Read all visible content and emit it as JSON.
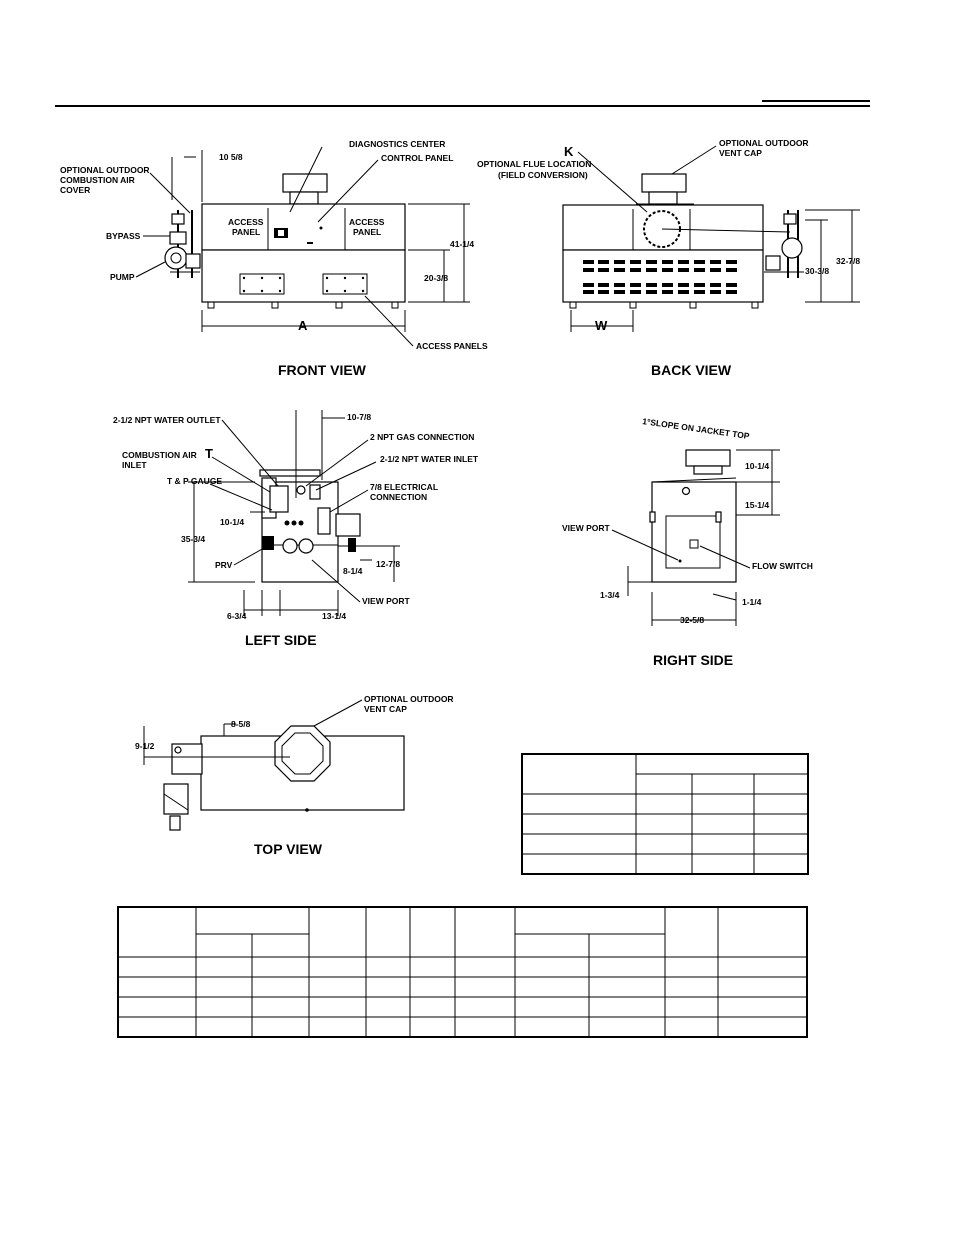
{
  "front_view": {
    "title": "FRONT VIEW",
    "labels": {
      "diagnostics_center": "DIAGNOSTICS CENTER",
      "control_panel": "CONTROL PANEL",
      "outdoor_air_cover_1": "OPTIONAL OUTDOOR",
      "outdoor_air_cover_2": "COMBUSTION AIR",
      "outdoor_air_cover_3": "COVER",
      "bypass": "BYPASS",
      "pump": "PUMP",
      "access_panel_left_1": "ACCESS",
      "access_panel_left_2": "PANEL",
      "access_panel_right_1": "ACCESS",
      "access_panel_right_2": "PANEL",
      "access_panels": "ACCESS PANELS",
      "dim_a": "A",
      "dim_10_5_8": "10 5/8",
      "dim_41_1_4": "41-1/4",
      "dim_20_3_8": "20-3/8"
    }
  },
  "back_view": {
    "title": "BACK VIEW",
    "labels": {
      "k": "K",
      "flue_1": "OPTIONAL FLUE LOCATION",
      "flue_2": "(FIELD CONVERSION)",
      "vent_cap_1": "OPTIONAL  OUTDOOR",
      "vent_cap_2": "VENT CAP",
      "dim_w": "W",
      "dim_32_7_8": "32-7/8",
      "dim_30_3_8": "30-3/8"
    }
  },
  "left_side": {
    "title": "LEFT SIDE",
    "labels": {
      "water_outlet": "2-1/2 NPT  WATER OUTLET",
      "combustion_air_1": "COMBUSTION AIR",
      "combustion_air_2": "INLET",
      "t": "T",
      "tp_gauge": "T & P GAUGE",
      "gas_connection": "2 NPT  GAS CONNECTION",
      "water_inlet": "2-1/2 NPT  WATER INLET",
      "electrical_1": "7/8  ELECTRICAL",
      "electrical_2": "CONNECTION",
      "prv": "PRV",
      "view_port": "VIEW PORT",
      "dim_10_7_8": "10-7/8",
      "dim_10_1_4": "10-1/4",
      "dim_35_3_4": "35-3/4",
      "dim_8_1_4": "8-1/4",
      "dim_12_7_8": "12-7/8",
      "dim_6_3_4": "6-3/4",
      "dim_13_1_4": "13-1/4"
    }
  },
  "right_side": {
    "title": "RIGHT SIDE",
    "labels": {
      "slope": "1°SLOPE ON JACKET TOP",
      "view_port": "VIEW PORT",
      "flow_switch": "FLOW SWITCH",
      "dim_10_1_4": "10-1/4",
      "dim_15_1_4": "15-1/4",
      "dim_1_3_4": "1-3/4",
      "dim_1_1_4": "1-1/4",
      "dim_32_5_8": "32-5/8"
    }
  },
  "top_view": {
    "title": "TOP VIEW",
    "labels": {
      "vent_cap_1": "OPTIONAL OUTDOOR",
      "vent_cap_2": "VENT CAP",
      "dim_8_5_8": "8-5/8",
      "dim_9_1_2": "9-1/2"
    }
  }
}
